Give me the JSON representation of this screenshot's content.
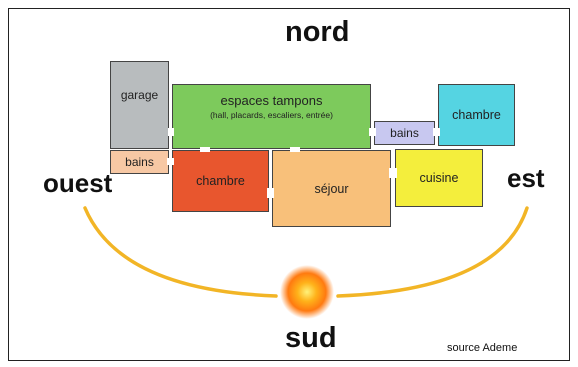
{
  "directions": {
    "north": "nord",
    "south": "sud",
    "west": "ouest",
    "east": "est"
  },
  "rooms": {
    "garage": "garage",
    "buffer": "espaces tampons",
    "buffer_sub": "(hall, placards, escaliers, entrée)",
    "bath_left": "bains",
    "bath_right": "bains",
    "bedroom_ne": "chambre",
    "bedroom_sw": "chambre",
    "living": "séjour",
    "kitchen": "cuisine"
  },
  "source": "source Ademe",
  "colors": {
    "garage": "#b8bcbe",
    "buffer": "#7dca5c",
    "bath_left": "#f7c8a4",
    "bath_right": "#c8c8f0",
    "bedroom_ne": "#55d4e2",
    "bedroom_sw": "#e8562e",
    "living": "#f8c07a",
    "kitchen": "#f4ee3c",
    "sun_arc": "#f2b526",
    "sun": "#ff8a14"
  }
}
